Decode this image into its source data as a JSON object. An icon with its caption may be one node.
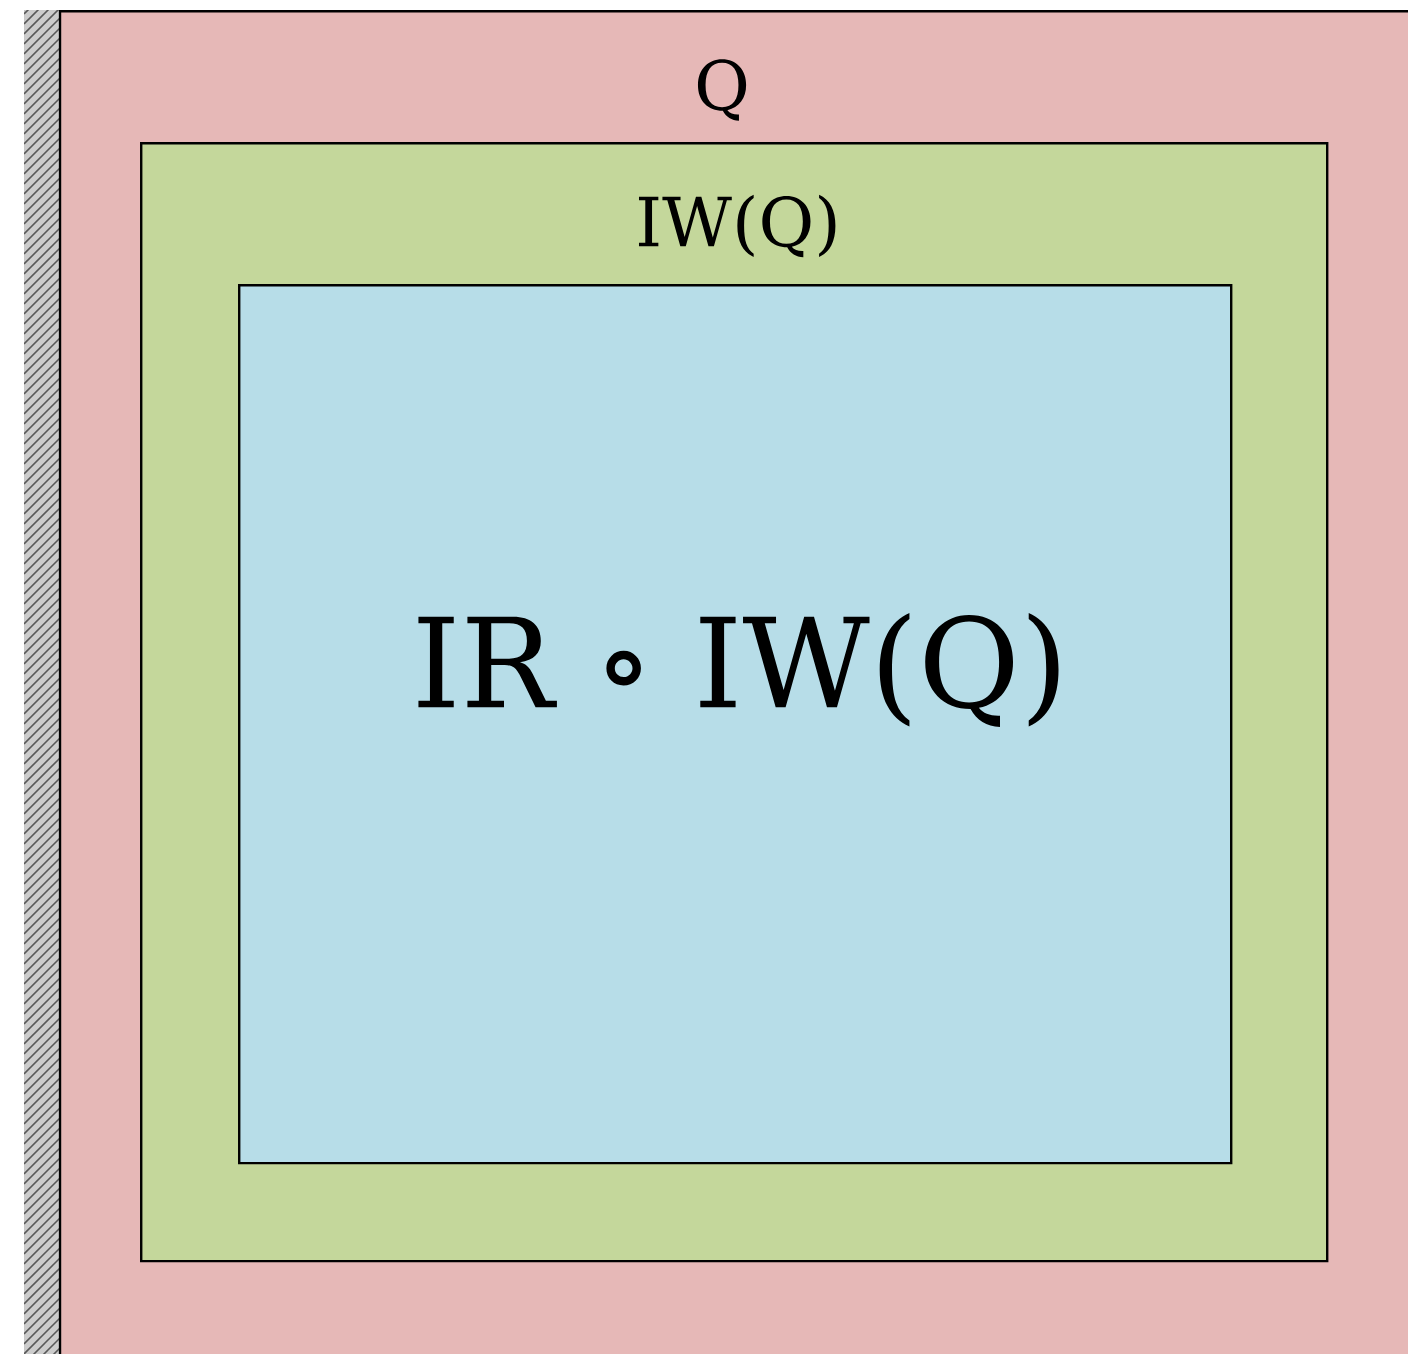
{
  "diagram": {
    "nodes": [
      {
        "text": [
          "Q"
        ]
      },
      {
        "text": [
          "IW(Q)"
        ],
        "in": 0
      },
      {
        "text": [
          "IR ∘ IW(Q)"
        ],
        "in": 1
      }
    ]
  }
}
